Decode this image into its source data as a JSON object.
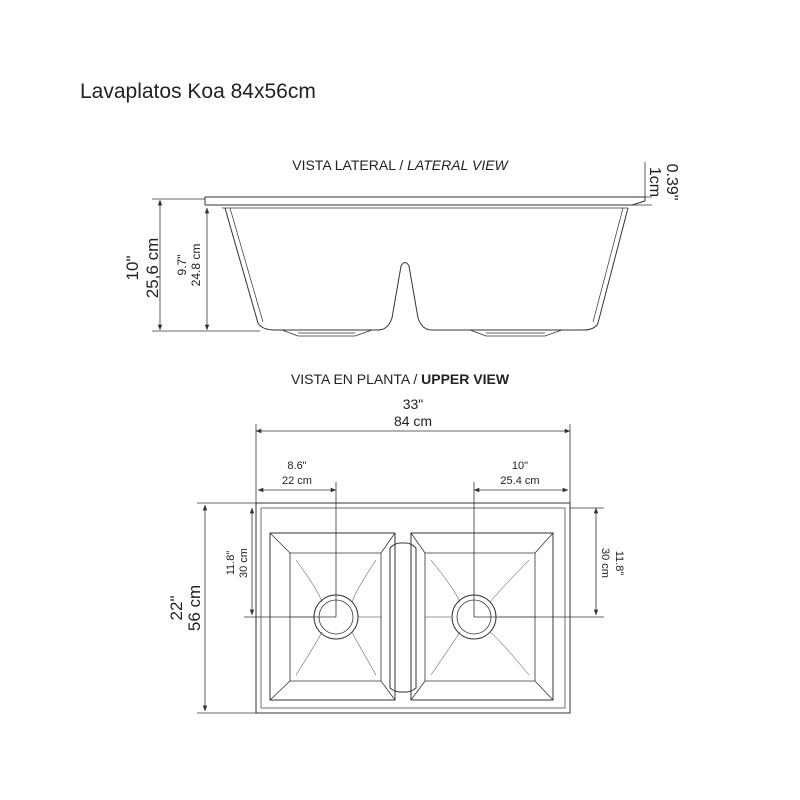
{
  "title": "Lavaplatos Koa 84x56cm",
  "lateral_view": {
    "heading_es": "VISTA LATERAL",
    "separator": " / ",
    "heading_en": "LATERAL VIEW",
    "total_height_in": "10\"",
    "total_height_cm": "25,6 cm",
    "bowl_depth_in": "9.7\"",
    "bowl_depth_cm": "24.8 cm",
    "rim_in": "0.39\"",
    "rim_cm": "1cm"
  },
  "upper_view": {
    "heading_es": "VISTA EN PLANTA",
    "separator": " / ",
    "heading_en": "UPPER VIEW",
    "width_in": "33\"",
    "width_cm": "84 cm",
    "left_drain_offset_in": "8.6\"",
    "left_drain_offset_cm": "22 cm",
    "right_drain_offset_in": "10\"",
    "right_drain_offset_cm": "25.4 cm",
    "depth_in": "22\"",
    "depth_cm": "56 cm",
    "left_drain_depth_in": "11.8\"",
    "left_drain_depth_cm": "30 cm",
    "right_drain_depth_in": "11.8\"",
    "right_drain_depth_cm": "30 cm"
  }
}
